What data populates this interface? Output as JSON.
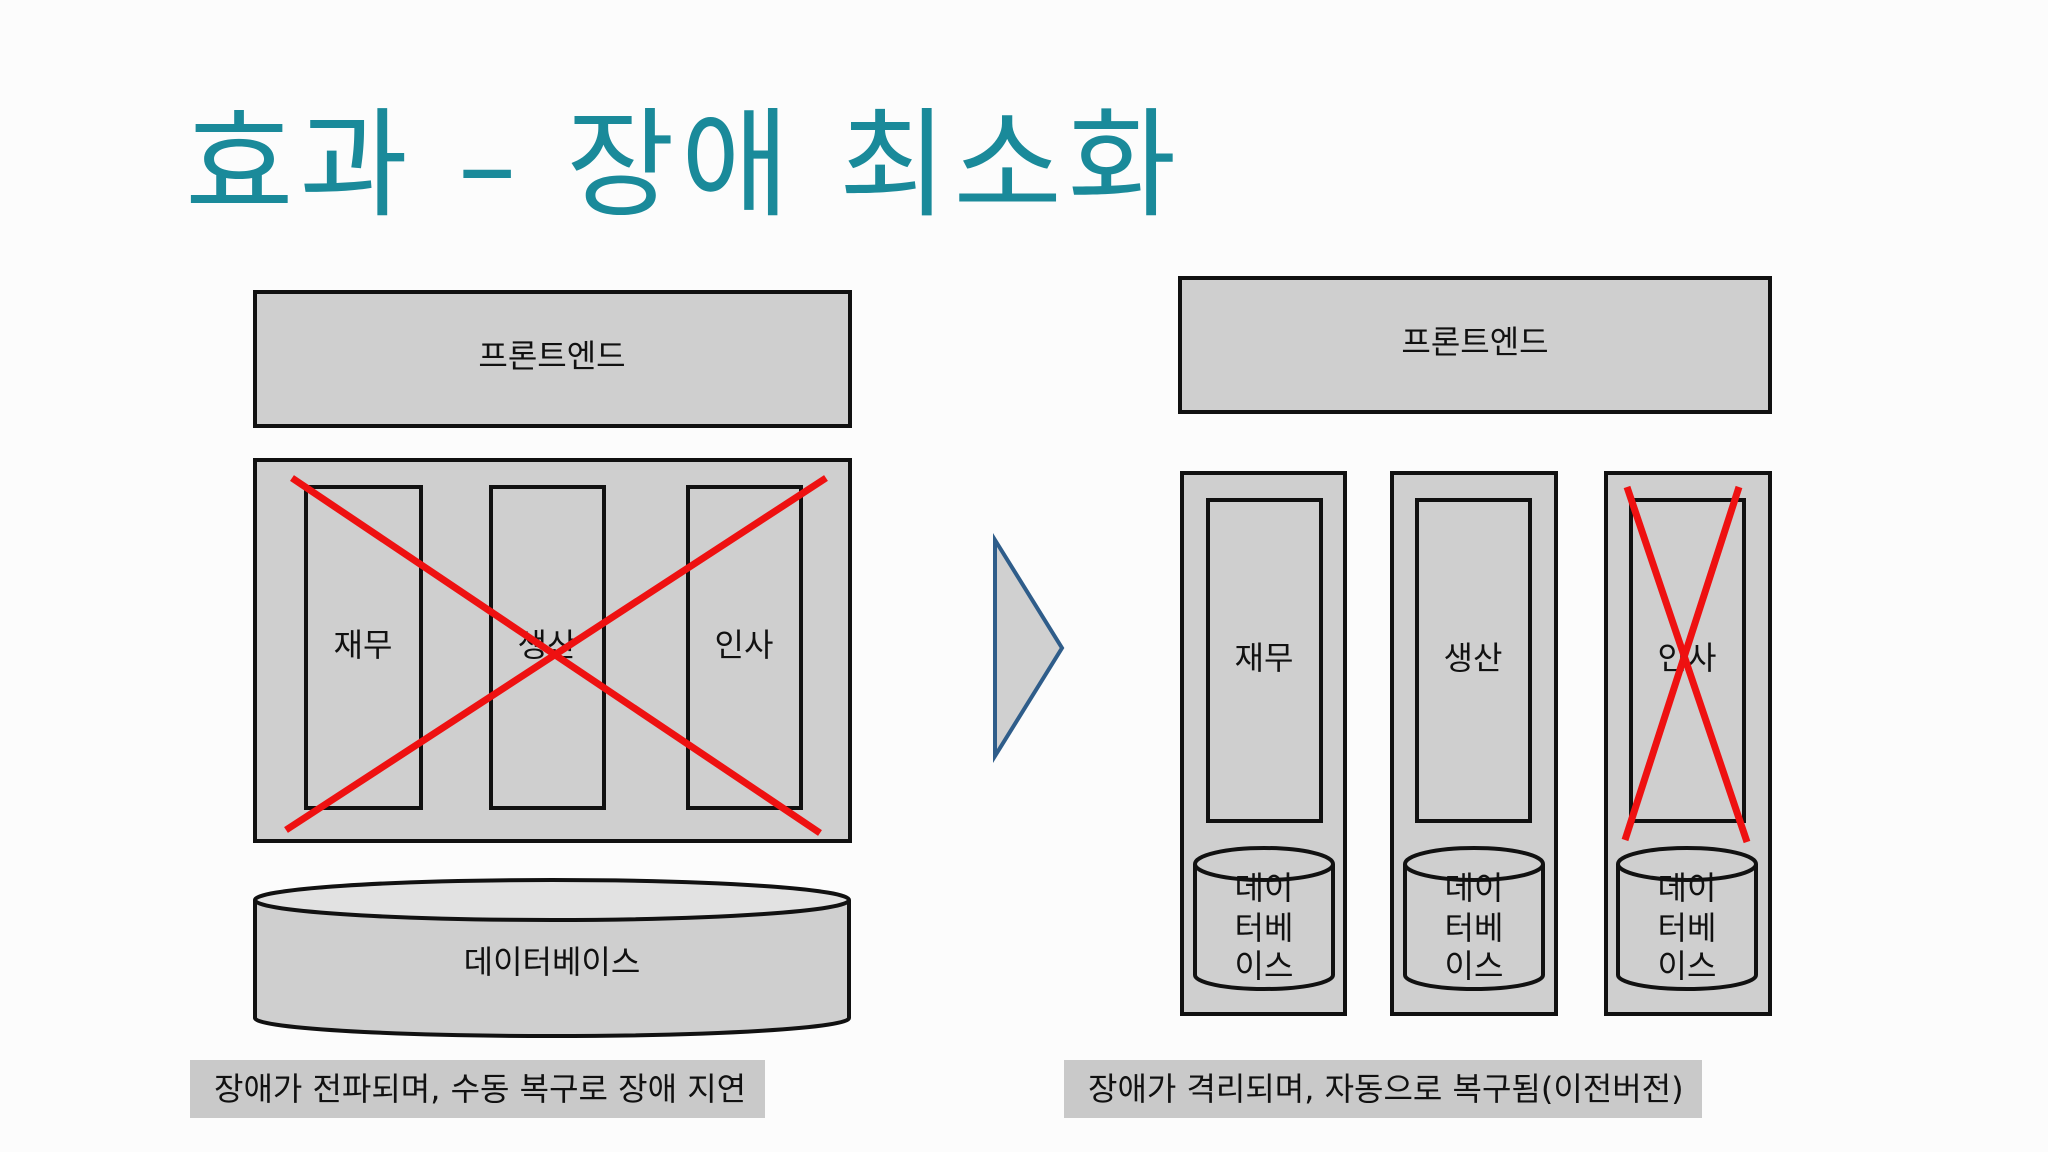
{
  "title": "효과 – 장애 최소화",
  "left": {
    "frontend": "프론트엔드",
    "modules": [
      "재무",
      "생산",
      "인사"
    ],
    "database": "데이터베이스",
    "caption": "장애가 전파되며, 수동 복구로 장애 지연"
  },
  "right": {
    "frontend": "프론트엔드",
    "services": [
      {
        "module": "재무",
        "db_lines": [
          "데이",
          "터베",
          "이스"
        ]
      },
      {
        "module": "생산",
        "db_lines": [
          "데이",
          "터베",
          "이스"
        ]
      },
      {
        "module": "인사",
        "db_lines": [
          "데이",
          "터베",
          "이스"
        ]
      }
    ],
    "caption": "장애가 격리되며, 자동으로 복구됨(이전버전)"
  },
  "colors": {
    "title": "#1a8a9a",
    "box_fill": "#cfcfcf",
    "failure_mark": "#ee1111",
    "arrow_stroke": "#2f5d8a"
  }
}
